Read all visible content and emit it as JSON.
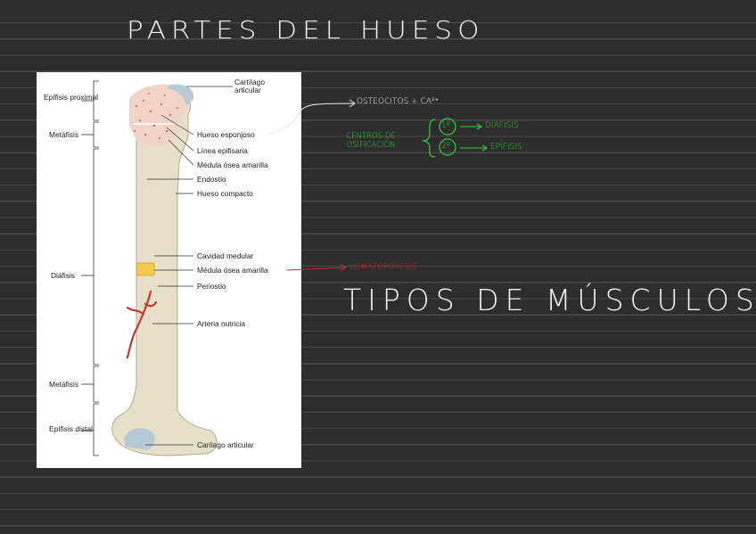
{
  "page": {
    "title": "PARTES DEL HUESO",
    "subtitle": "TIPOS DE MÚSCULOS"
  },
  "diagram": {
    "left_labels": {
      "proximal_epiphysis": "Epífisis proximal",
      "metaphysis_top": "Metáfisis",
      "diaphysis": "Diáfisis",
      "metaphysis_bottom": "Metáfisis",
      "distal_epiphysis": "Epífisis distal"
    },
    "right_labels": {
      "articular_cartilage_top": "Cartílago articular",
      "spongy_bone": "Hueso esponjoso",
      "epiphyseal_line": "Línea epifisaria",
      "yellow_marrow_top": "Médula ósea amarilla",
      "endosteum": "Endostio",
      "compact_bone": "Hueso compacto",
      "medullary_cavity": "Cavidad medular",
      "yellow_marrow": "Médula ósea amarilla",
      "periosteum": "Periostio",
      "nutrient_artery": "Arteria nutricia",
      "articular_cartilage_bottom": "Carílago articular"
    }
  },
  "annotations": {
    "spongy_note": "osteocitos + Ca²⁺",
    "ossification_centers": "CENTROS DE OSIFICACIÓN",
    "center_1": "1º",
    "center_2": "2º",
    "center_1_note": "diáfisis",
    "center_2_note": "epífisis",
    "marrow_note": "hematopoyesis"
  },
  "colors": {
    "background": "#2d2d2d",
    "green_ink": "#33d033",
    "red_ink": "#d81f26",
    "white_ink": "#f2f2f2"
  }
}
